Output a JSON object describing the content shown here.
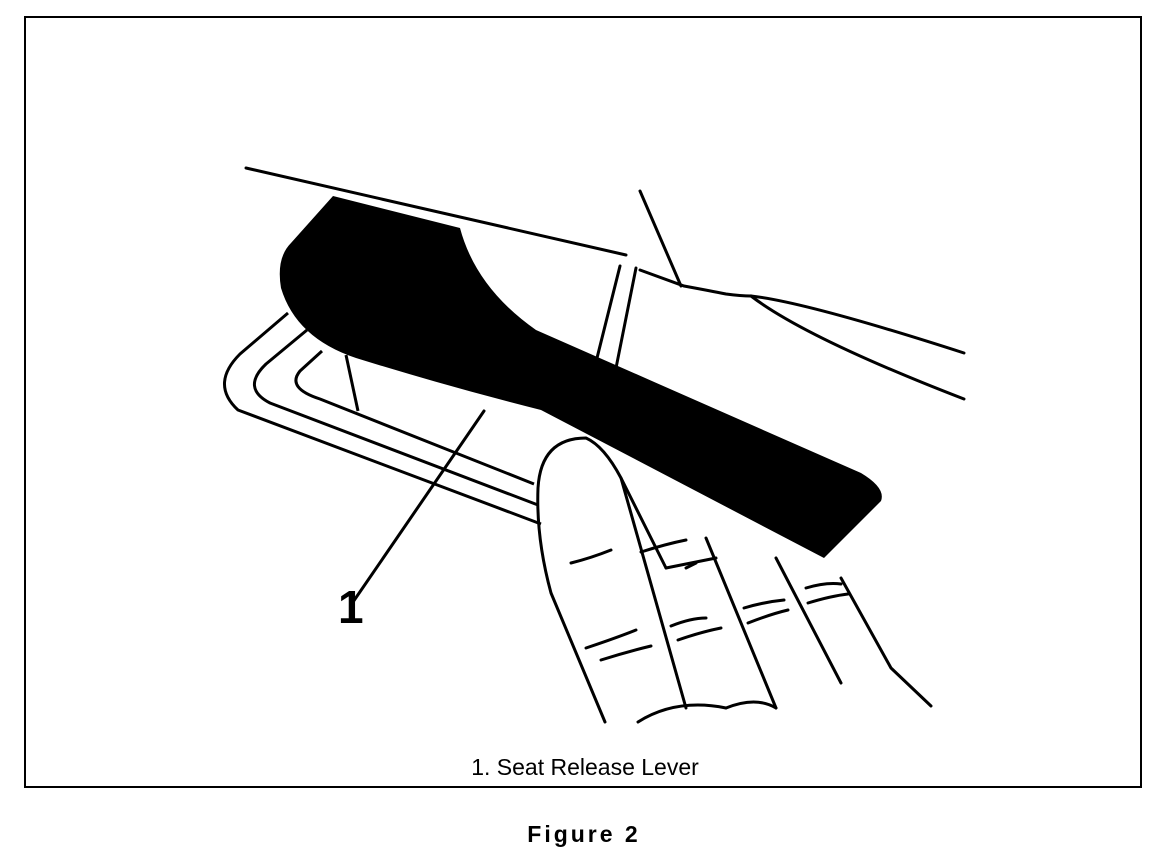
{
  "diagram": {
    "callout_number": "1",
    "caption": "1.  Seat Release Lever",
    "figure_title": "Figure 2",
    "colors": {
      "ink": "#000000",
      "paper": "#ffffff"
    }
  }
}
